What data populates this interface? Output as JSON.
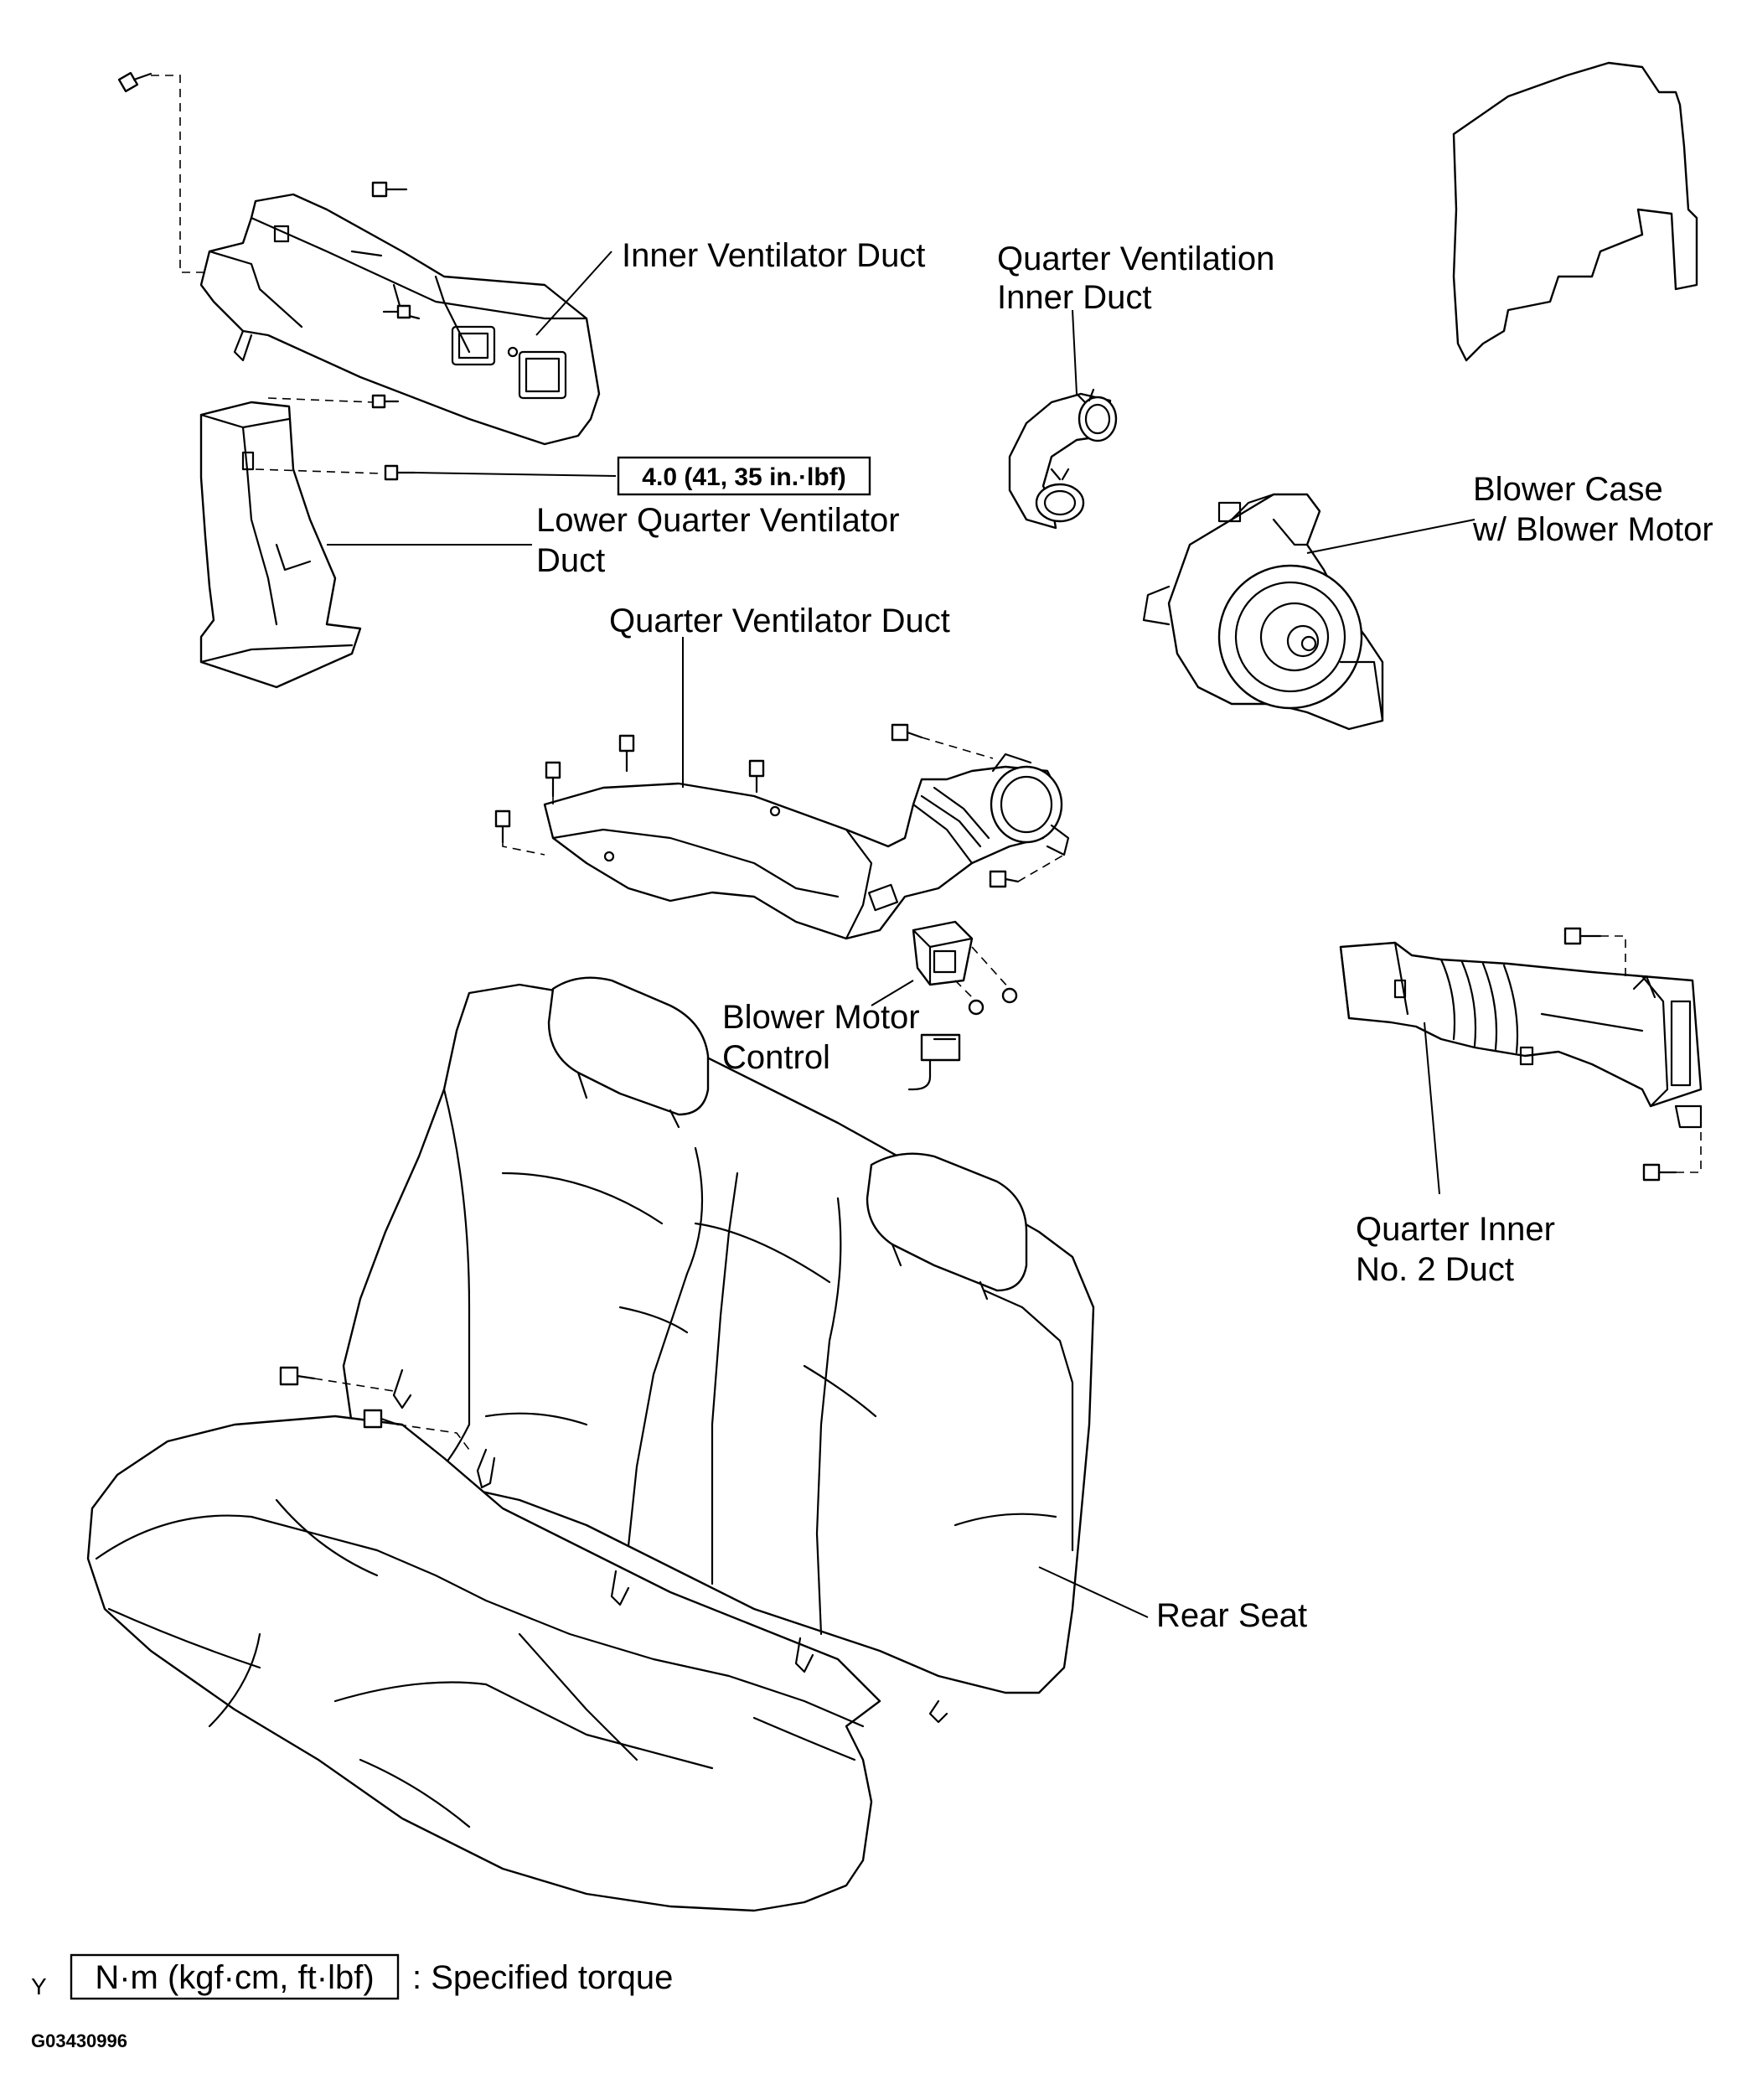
{
  "labels": {
    "inner_ventilator_duct": "Inner Ventilator Duct",
    "quarter_ventilation_inner_duct_1": "Quarter Ventilation",
    "quarter_ventilation_inner_duct_2": "Inner Duct",
    "torque_spec": "4.0 (41, 35 in.·lbf)",
    "lower_quarter_ventilator_duct_1": "Lower Quarter Ventilator",
    "lower_quarter_ventilator_duct_2": "Duct",
    "blower_case_1": "Blower Case",
    "blower_case_2": "w/ Blower Motor",
    "quarter_ventilator_duct": "Quarter Ventilator  Duct",
    "blower_motor_control_1": "Blower Motor",
    "blower_motor_control_2": "Control",
    "quarter_inner_no2_duct_1": "Quarter Inner",
    "quarter_inner_no2_duct_2": "No. 2 Duct",
    "rear_seat": "Rear Seat"
  },
  "legend": {
    "unit_box": "N·m (kgf·cm, ft·lbf)",
    "description": ": Specified torque",
    "corner_mark": "Y"
  },
  "figure_id": "G03430996"
}
